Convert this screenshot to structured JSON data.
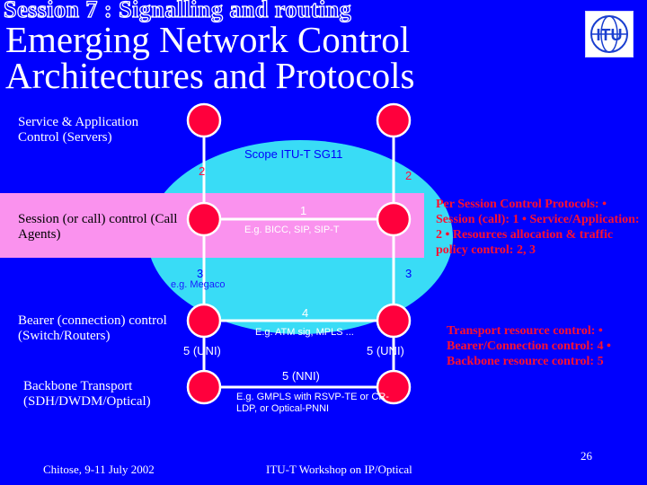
{
  "header": {
    "session_title": "Session 7 : Signalling and routing",
    "main_title": "Emerging Network Control Architectures and Protocols",
    "logo_text": "ITU"
  },
  "layers": {
    "service": "Service & Application Control (Servers)",
    "session": "Session (or call) control (Call Agents)",
    "bearer": "Bearer (connection) control (Switch/Routers)",
    "transport": "Backbone Transport (SDH/DWDM/Optical)"
  },
  "scope": "Scope ITU-T SG11",
  "interfaces": {
    "service_left": "2",
    "service_right": "2",
    "session_peer": "1",
    "session_peer_example": "E.g. BICC, SIP, SIP-T",
    "session_left_down": "3",
    "session_right_down": "3",
    "session_down_example": "e.g. Megaco",
    "bearer_peer": "4",
    "bearer_peer_example": "E.g. ATM sig, MPLS ...",
    "uni_left": "5 (UNI)",
    "uni_right": "5 (UNI)",
    "nni": "5 (NNI)",
    "nni_example": "E.g. GMPLS with RSVP-TE or CR-LDP, or Optical-PNNI"
  },
  "notes": {
    "per_session": "Per Session Control Protocols: • Session (call): 1 • Service/Application: 2 • Resources allocation & traffic policy control: 2, 3",
    "transport_resource": "Transport resource control: • Bearer/Connection control: 4 • Backbone resource control: 5"
  },
  "footer": {
    "left": "Chitose, 9-11 July 2002",
    "center": "ITU-T Workshop on IP/Optical",
    "page": "26"
  },
  "colors": {
    "background": "#0000fe",
    "ellipse": "#39dcf6",
    "pink_band": "#fa92ee",
    "node": "#ff003c",
    "text_red": "#ff1030"
  }
}
